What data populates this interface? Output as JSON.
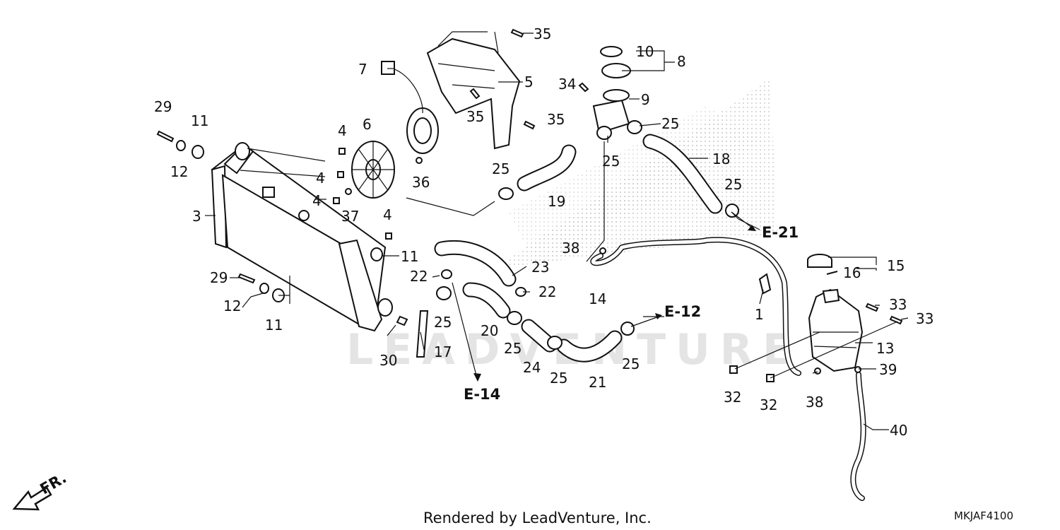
{
  "callouts": [
    {
      "n": "1"
    },
    {
      "n": "3"
    },
    {
      "n": "4"
    },
    {
      "n": "4"
    },
    {
      "n": "4"
    },
    {
      "n": "4"
    },
    {
      "n": "5"
    },
    {
      "n": "6"
    },
    {
      "n": "7"
    },
    {
      "n": "8"
    },
    {
      "n": "9"
    },
    {
      "n": "10"
    },
    {
      "n": "11"
    },
    {
      "n": "11"
    },
    {
      "n": "11"
    },
    {
      "n": "12"
    },
    {
      "n": "12"
    },
    {
      "n": "13"
    },
    {
      "n": "14"
    },
    {
      "n": "15"
    },
    {
      "n": "16"
    },
    {
      "n": "17"
    },
    {
      "n": "18"
    },
    {
      "n": "19"
    },
    {
      "n": "20"
    },
    {
      "n": "21"
    },
    {
      "n": "22"
    },
    {
      "n": "22"
    },
    {
      "n": "23"
    },
    {
      "n": "24"
    },
    {
      "n": "25"
    },
    {
      "n": "25"
    },
    {
      "n": "25"
    },
    {
      "n": "25"
    },
    {
      "n": "25"
    },
    {
      "n": "25"
    },
    {
      "n": "25"
    },
    {
      "n": "25"
    },
    {
      "n": "29"
    },
    {
      "n": "29"
    },
    {
      "n": "30"
    },
    {
      "n": "32"
    },
    {
      "n": "32"
    },
    {
      "n": "33"
    },
    {
      "n": "33"
    },
    {
      "n": "34"
    },
    {
      "n": "35"
    },
    {
      "n": "35"
    },
    {
      "n": "35"
    },
    {
      "n": "36"
    },
    {
      "n": "37"
    },
    {
      "n": "38"
    },
    {
      "n": "38"
    },
    {
      "n": "39"
    },
    {
      "n": "40"
    }
  ],
  "references": [
    "E-21",
    "E-12",
    "E-14"
  ],
  "front_marker": "FR.",
  "footer": {
    "credit": "Rendered by LeadVenture, Inc.",
    "diagram_code": "MKJAF4100"
  },
  "watermark": "LEADVENTURE"
}
